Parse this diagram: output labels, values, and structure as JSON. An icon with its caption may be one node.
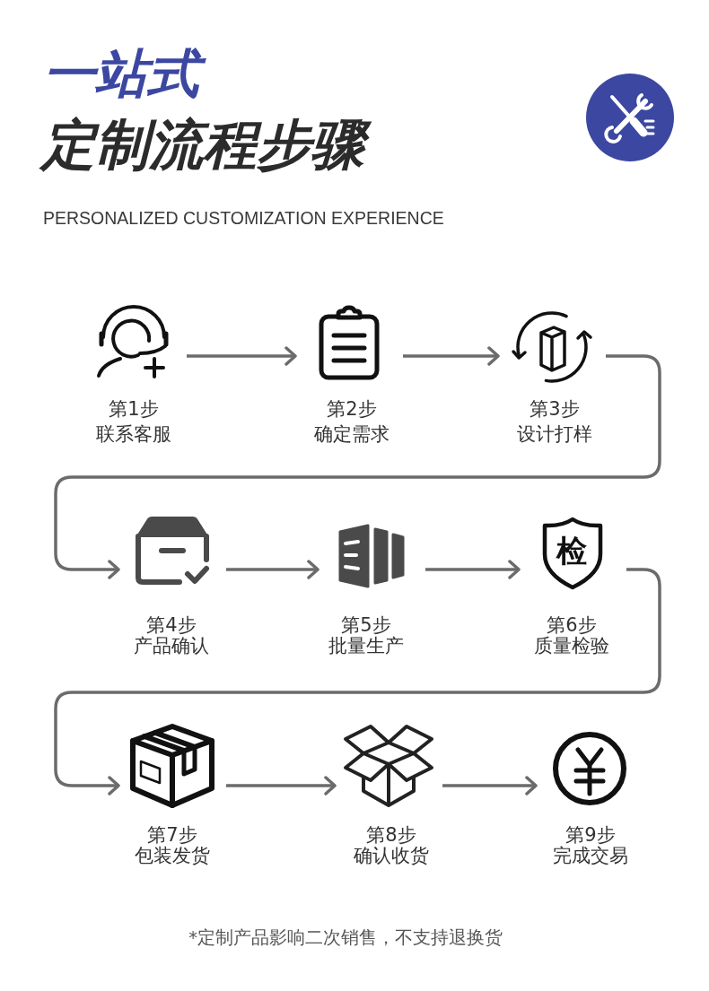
{
  "diagram": {
    "title": "一站式",
    "nodes": [
      {
        "text": [
          "第1步",
          "联系客服"
        ]
      },
      {
        "text": [
          "第2步",
          "确定需求"
        ]
      },
      {
        "text": [
          "第3步",
          "设计打样"
        ]
      },
      {
        "text": [
          "第4步",
          "产品确认"
        ]
      },
      {
        "text": [
          "第5步",
          "批量生产"
        ]
      },
      {
        "text": [
          "第6步",
          "质量检验"
        ]
      },
      {
        "text": [
          "第7步",
          "包装发货"
        ]
      },
      {
        "text": [
          "第8步",
          "确认收货"
        ]
      },
      {
        "text": [
          "第9步",
          "完成交易"
        ]
      }
    ],
    "edges": [
      {
        "from": 0,
        "to": 1,
        "arrow": "to"
      },
      {
        "from": 1,
        "to": 2,
        "arrow": "to"
      },
      {
        "from": 2,
        "to": 3,
        "arrow": "to"
      },
      {
        "from": 3,
        "to": 4,
        "arrow": "to"
      },
      {
        "from": 4,
        "to": 5,
        "arrow": "to"
      },
      {
        "from": 5,
        "to": 6,
        "arrow": "to"
      },
      {
        "from": 6,
        "to": 7,
        "arrow": "to"
      },
      {
        "from": 7,
        "to": 8,
        "arrow": "to"
      }
    ],
    "labels": [
      "定制流程步骤",
      "PERSONALIZED CUSTOMIZATION EXPERIENCE",
      "检",
      "*定制产品影响二次销售，不支持退换货"
    ]
  }
}
